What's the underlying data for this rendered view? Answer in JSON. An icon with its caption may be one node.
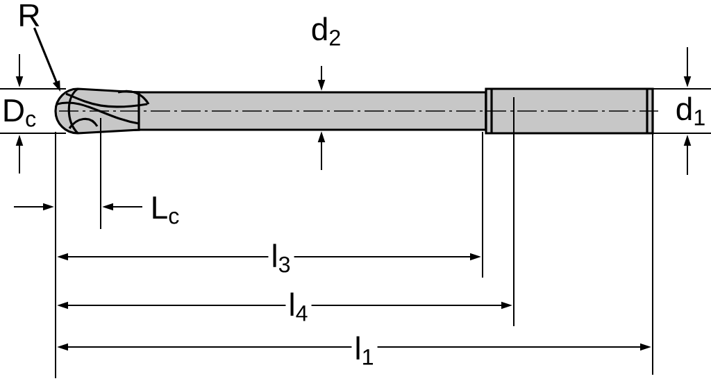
{
  "diagram": {
    "nodes": [
      {
        "text": [
          "R"
        ]
      },
      {
        "text": [],
        "shape": "picture"
      }
    ],
    "edges": [
      {
        "from": 0,
        "to": 1,
        "arrow": "to"
      }
    ],
    "labels": [
      "d$_{2}$",
      "D$_{c}$",
      "d$_{1}$",
      "L$_{c}$",
      "l$_{3}$",
      "l$_{4}$",
      "l$_{1}$"
    ]
  }
}
